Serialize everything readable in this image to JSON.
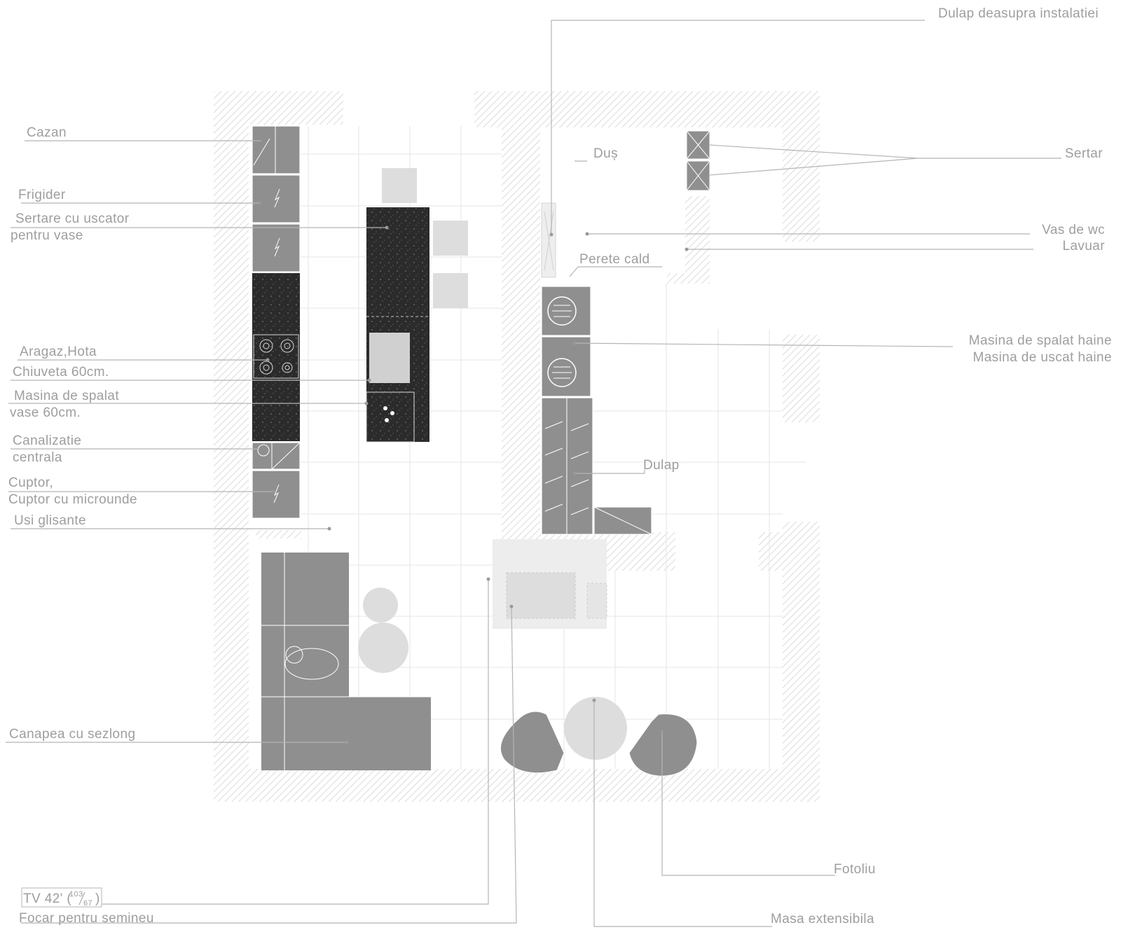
{
  "labels": {
    "cazan": "Cazan",
    "frigider": "Frigider",
    "sertare_l1": "Sertare cu uscator",
    "sertare_l2": "pentru vase",
    "aragaz": "Aragaz,Hota",
    "chiuveta": "Chiuveta 60cm.",
    "masina_vase_l1": "Masina de spalat",
    "masina_vase_l2": "vase 60cm.",
    "canalizatie_l1": "Canalizatie",
    "canalizatie_l2": "centrala",
    "cuptor_l1": "Cuptor,",
    "cuptor_l2": "Cuptor cu microunde",
    "usi": "Usi glisante",
    "canapea": "Canapea cu sezlong",
    "tv_main": "TV 42' (",
    "tv_num": "103",
    "tv_den": "67",
    "tv_close": ")",
    "focar": "Focar pentru semineu",
    "dulap_instalatie": "Dulap deasupra instalatiei",
    "dus": "Duș",
    "sertar": "Sertar",
    "vas_wc": "Vas de wc",
    "lavuar": "Lavuar",
    "perete_cald": "Perete cald",
    "masina_haine_l1": "Masina de spalat haine",
    "masina_haine_l2": "Masina de uscat haine",
    "dulap": "Dulap",
    "fotoliu": "Fotoliu",
    "masa": "Masa extensibila"
  },
  "colors": {
    "furniture": "#8f8f8f",
    "dark_surface": "#2b2b2b",
    "light_fixture": "#dddddd",
    "leader_line": "#b5b5b5",
    "label_text": "#9e9e9e",
    "wall_hatch": "#d2d2d2"
  }
}
